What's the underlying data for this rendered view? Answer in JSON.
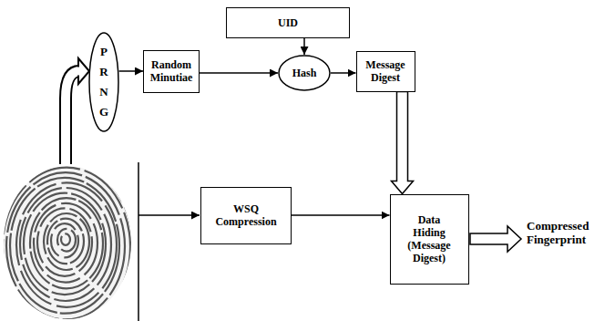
{
  "diagram": {
    "nodes": [
      {
        "text": [
          "P R N G"
        ]
      },
      {
        "text": [
          "Random Minutiae"
        ]
      },
      {
        "text": [
          "UID"
        ]
      },
      {
        "text": [
          "Hash"
        ]
      },
      {
        "text": [
          "Message Digest"
        ]
      },
      {
        "text": [
          "WSQ Compression"
        ]
      },
      {
        "text": [
          "Data Hiding (Message Digest)"
        ]
      }
    ],
    "edges": [
      {
        "from": 0,
        "to": 1,
        "arrow": "to"
      },
      {
        "from": 1,
        "to": 3,
        "arrow": "to"
      },
      {
        "from": 2,
        "to": 3,
        "arrow": "to"
      },
      {
        "from": 3,
        "to": 4,
        "arrow": "to"
      },
      {
        "from": 4,
        "to": 6,
        "arrow": "to"
      },
      {
        "from": 5,
        "to": 6,
        "arrow": "to"
      }
    ],
    "labels": [
      "Compressed Fingerprint"
    ]
  }
}
